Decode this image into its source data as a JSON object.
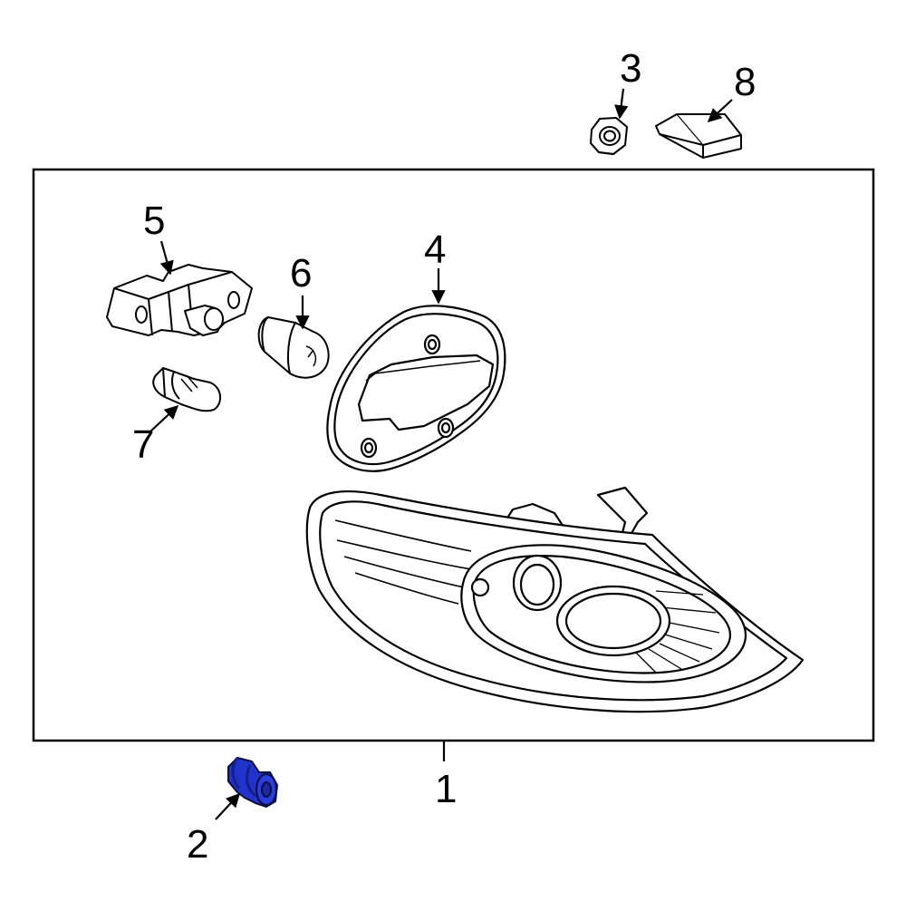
{
  "diagram": {
    "callouts": {
      "c1": "1",
      "c2": "2",
      "c3": "3",
      "c4": "4",
      "c5": "5",
      "c6": "6",
      "c7": "7",
      "c8": "8"
    },
    "colors": {
      "line": "#000000",
      "background": "#ffffff",
      "highlight_part": "#2233cc",
      "highlight_shadow": "#14208a"
    },
    "parts": [
      {
        "callout": "1",
        "name": "tail-lamp-assembly",
        "highlighted": false
      },
      {
        "callout": "2",
        "name": "grommet",
        "highlighted": true
      },
      {
        "callout": "3",
        "name": "nut",
        "highlighted": false
      },
      {
        "callout": "4",
        "name": "gasket",
        "highlighted": false
      },
      {
        "callout": "5",
        "name": "socket",
        "highlighted": false
      },
      {
        "callout": "6",
        "name": "bulb",
        "highlighted": false
      },
      {
        "callout": "7",
        "name": "wedge-bulb",
        "highlighted": false
      },
      {
        "callout": "8",
        "name": "label-pad",
        "highlighted": false
      }
    ]
  }
}
